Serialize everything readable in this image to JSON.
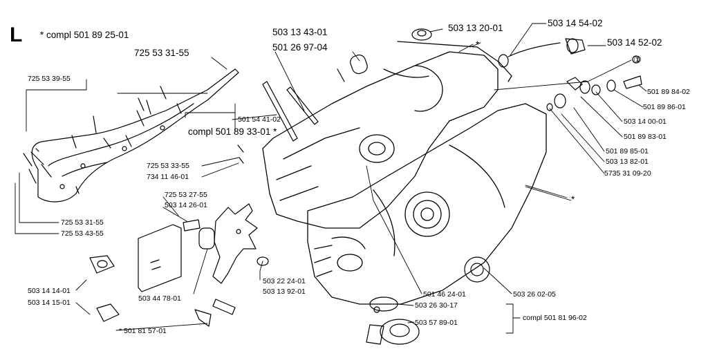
{
  "section_letter": "L",
  "header_note": "* compl 501 89 25-01",
  "labels": {
    "p725533155_top": "725 53 31-55",
    "p725533955": "725 53 39-55",
    "p503134301": "503 13 43-01",
    "p501269704": "501 26 97-04",
    "p503132001": "503 13 20-01",
    "p503145402": "503 14 54-02",
    "p503145202": "503 14 52-02",
    "circled_one": "①",
    "p501898402": "501 89 84-02",
    "p501898601": "501 89 86-01",
    "p503140001": "503 14 00-01",
    "p501898301": "501 89 83-01",
    "p501898501": "501 89 85-01",
    "p503138201": "503 13 82-01",
    "p573531092": "5735 31 09-20",
    "p501544102": "501 54 41-02",
    "compl501893301": "compl 501 89 33-01 *",
    "p725533355": "725 53 33-55",
    "p734114601": "734 11 46-01",
    "p725533155_b": "725 53 31-55",
    "p725534355": "725 53 43-55",
    "p725532755": "725 53 27-55",
    "p503142601": "503 14 26-01",
    "p503221401": "503 22 24-01",
    "p503139201": "503 13 92-01",
    "p501462401": "501 46 24-01",
    "p503260205": "503 26 02-05",
    "p503141401": "503 14 14-01",
    "p503141501": "503 14 15-01",
    "p503447801": "503 44 78-01",
    "p501815701": "* 501 81 57-01",
    "p503263017": "503 26 30-17",
    "p503578901": "503 57 89-01",
    "compl501819602": "compl 501 81 96-02",
    "star_a": "*",
    "star_b": "*"
  }
}
